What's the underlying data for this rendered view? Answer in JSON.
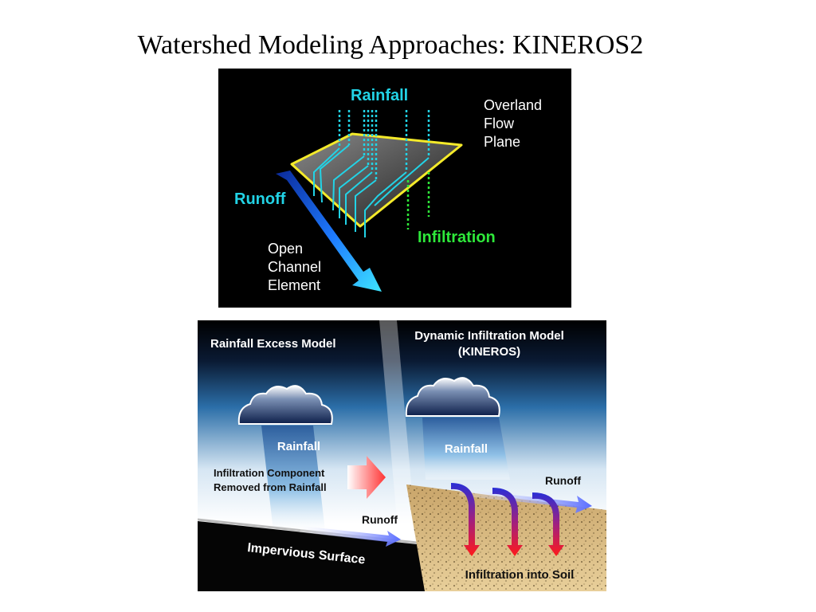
{
  "slide": {
    "title": "Watershed Modeling Approaches: KINEROS2"
  },
  "top_diagram": {
    "rainfall_label": "Rainfall",
    "overland_label": [
      "Overland",
      "Flow",
      "Plane"
    ],
    "runoff_label": "Runoff",
    "infiltration_label": "Infiltration",
    "channel_label": [
      "Open",
      "Channel",
      "Element"
    ],
    "colors": {
      "rain": "#22d3e6",
      "plane_edge": "#f4ea2a",
      "infiltration": "#2ee83a",
      "runoff": "#1e7bff"
    }
  },
  "bottom_diagram": {
    "left_heading": "Rainfall Excess Model",
    "right_heading": [
      "Dynamic Infiltration Model",
      "(KINEROS)"
    ],
    "left_rain_label": "Rainfall",
    "right_rain_label": "Rainfall",
    "removed_label": [
      "Infiltration Component",
      "Removed from Rainfall"
    ],
    "left_runoff_label": "Runoff",
    "right_runoff_label": "Runoff",
    "surface_label": "Impervious Surface",
    "soil_label": "Infiltration into Soil",
    "colors": {
      "sky": "#2b6ea8",
      "soil": "#d9b77a",
      "arrow_red": "#ff1a1a",
      "arrow_blue": "#5a6dff"
    }
  }
}
